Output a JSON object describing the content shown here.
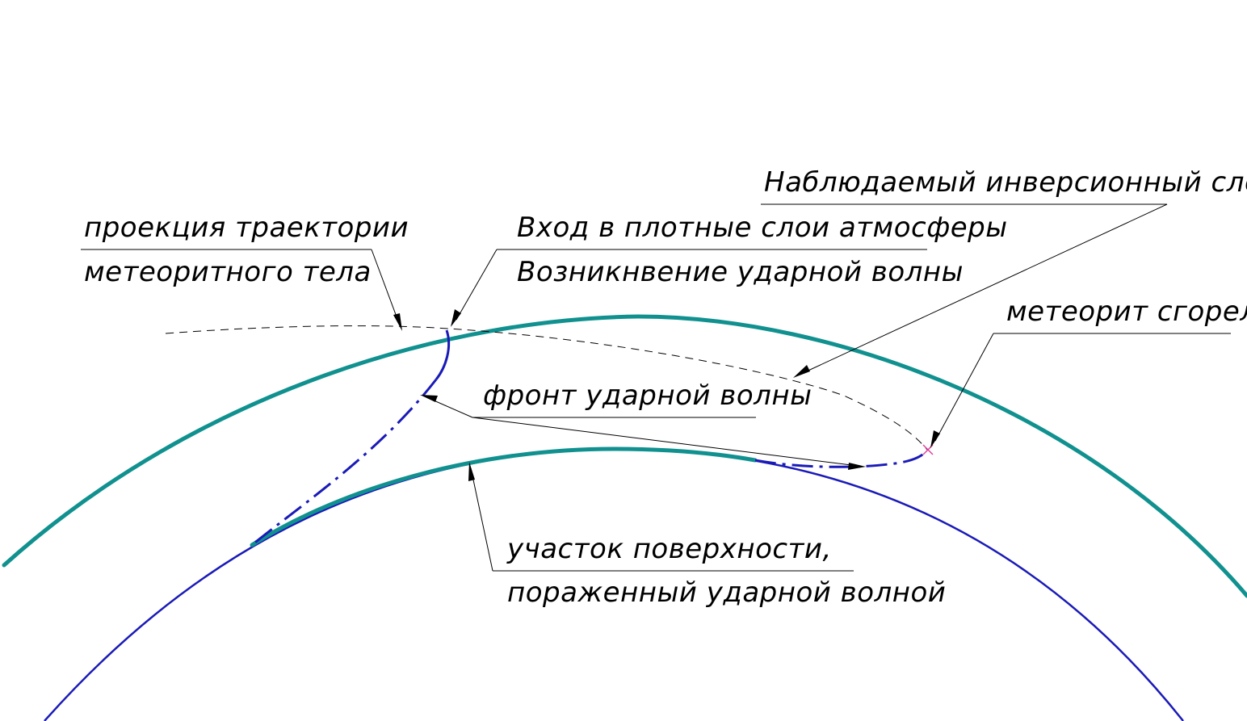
{
  "labels": {
    "trajectory_line1": "проекция траектории",
    "trajectory_line2": "метеоритного тела",
    "entry_line1": "Вход в плотные слои атмосферы",
    "entry_line2": "Возникнвение ударной волны",
    "trail": "Наблюдаемый инверсионный след",
    "burned": "метеорит сгорел",
    "shock_front": "фронт ударной волны",
    "surface_line1": "участок поверхности,",
    "surface_line2": "пораженный ударной волной"
  },
  "colors": {
    "atmosphere_arc": "#10918f",
    "ground_arc": "#1a1ab8",
    "shock_wave": "#1a1ab8",
    "trajectory": "#000000",
    "burn_point": "#e0409a",
    "text": "#000000"
  },
  "icons": {
    "burn_point_marker": "pink-cross-icon"
  }
}
